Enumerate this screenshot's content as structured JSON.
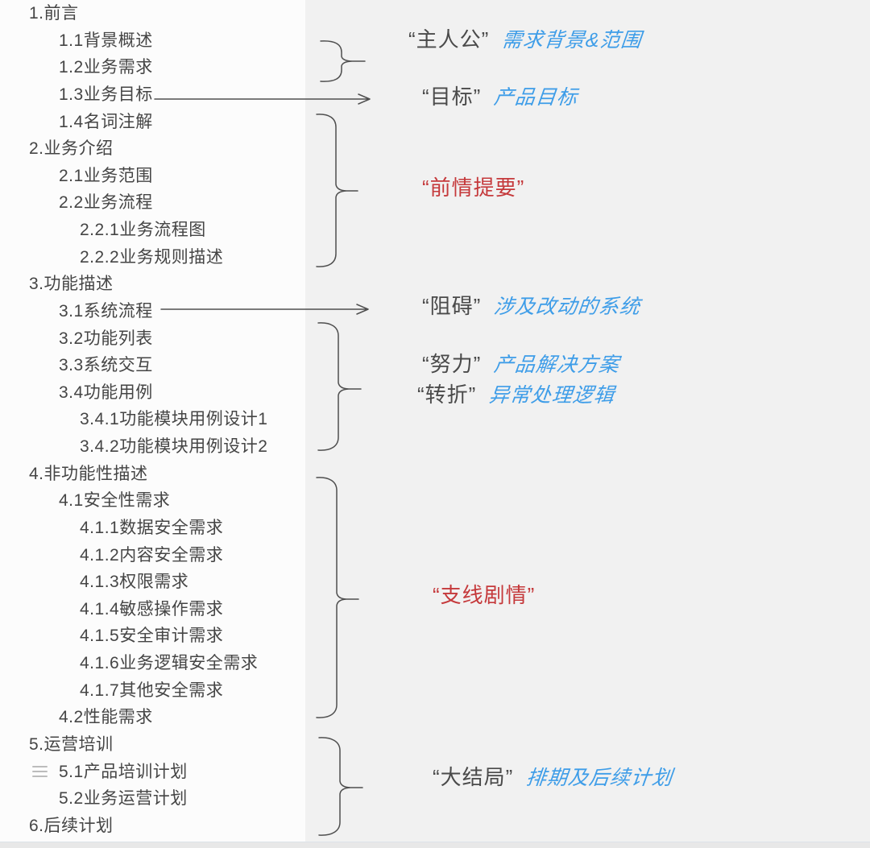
{
  "colors": {
    "text": "#454545",
    "accent_blue": "#3e9de8",
    "accent_red": "#c5393b",
    "panel_left_bg": "#fcfcfc",
    "panel_right_bg": "#f1f1f1",
    "connector_stroke": "#4f4f4f"
  },
  "outline": {
    "items": [
      {
        "text": "1.前言",
        "level": 1
      },
      {
        "text": "1.1背景概述",
        "level": 2
      },
      {
        "text": "1.2业务需求",
        "level": 2
      },
      {
        "text": "1.3业务目标",
        "level": 2
      },
      {
        "text": "1.4名词注解",
        "level": 2
      },
      {
        "text": "2.业务介绍",
        "level": 1
      },
      {
        "text": "2.1业务范围",
        "level": 2
      },
      {
        "text": "2.2业务流程",
        "level": 2
      },
      {
        "text": "2.2.1业务流程图",
        "level": 3
      },
      {
        "text": "2.2.2业务规则描述",
        "level": 3
      },
      {
        "text": "3.功能描述",
        "level": 1
      },
      {
        "text": "3.1系统流程",
        "level": 2
      },
      {
        "text": "3.2功能列表",
        "level": 2
      },
      {
        "text": "3.3系统交互",
        "level": 2
      },
      {
        "text": "3.4功能用例",
        "level": 2
      },
      {
        "text": "3.4.1功能模块用例设计1",
        "level": 3
      },
      {
        "text": "3.4.2功能模块用例设计2",
        "level": 3
      },
      {
        "text": "4.非功能性描述",
        "level": 1
      },
      {
        "text": "4.1安全性需求",
        "level": 2
      },
      {
        "text": "4.1.1数据安全需求",
        "level": 3
      },
      {
        "text": "4.1.2内容安全需求",
        "level": 3
      },
      {
        "text": "4.1.3权限需求",
        "level": 3
      },
      {
        "text": "4.1.4敏感操作需求",
        "level": 3
      },
      {
        "text": "4.1.5安全审计需求",
        "level": 3
      },
      {
        "text": "4.1.6业务逻辑安全需求",
        "level": 3
      },
      {
        "text": "4.1.7其他安全需求",
        "level": 3
      },
      {
        "text": "4.2性能需求",
        "level": 2
      },
      {
        "text": "5.运营培训",
        "level": 1
      },
      {
        "text": "5.1产品培训计划",
        "level": 2
      },
      {
        "text": "5.2业务运营计划",
        "level": 2
      },
      {
        "text": "6.后续计划",
        "level": 1
      }
    ]
  },
  "annotations": [
    {
      "label": "“主人公”",
      "note": "需求背景&范围",
      "style": "blue"
    },
    {
      "label": "“目标”",
      "note": "产品目标",
      "style": "blue"
    },
    {
      "label": "“前情提要”",
      "style": "red"
    },
    {
      "label": "“阻碍”",
      "note": "涉及改动的系统",
      "style": "blue"
    },
    {
      "label": "“努力”",
      "note": "产品解决方案",
      "style": "blue"
    },
    {
      "label": "“转折”",
      "note": "异常处理逻辑",
      "style": "blue"
    },
    {
      "label": "“支线剧情”",
      "style": "red"
    },
    {
      "label": "“大结局”",
      "note": "排期及后续计划",
      "style": "blue"
    }
  ]
}
